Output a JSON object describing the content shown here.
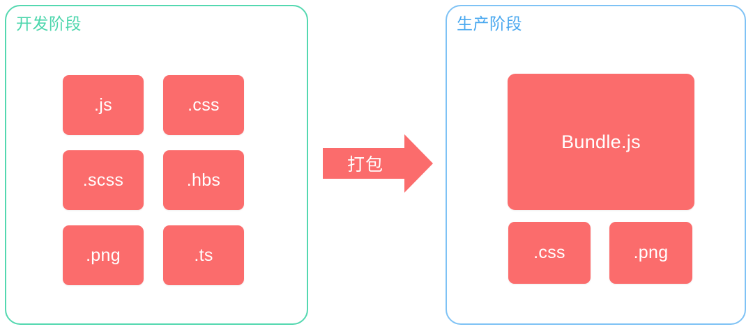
{
  "diagram": {
    "title_dev": "开发阶段",
    "title_prod": "生产阶段",
    "colors": {
      "dev_border": "#54d8b0",
      "prod_border": "#7ec2f5",
      "dev_label": "#4cd6ac",
      "prod_label": "#4aa8ef",
      "tile_fill": "#fb6c6c",
      "tile_text": "#ffffff",
      "background": "#ffffff"
    }
  },
  "dev_stage": {
    "label": "开发阶段",
    "tiles": [
      {
        "label": ".js"
      },
      {
        "label": ".css"
      },
      {
        "label": ".scss"
      },
      {
        "label": ".hbs"
      },
      {
        "label": ".png"
      },
      {
        "label": ".ts"
      }
    ]
  },
  "arrow": {
    "label": "打包",
    "direction": "right",
    "color": "#fb6c6c"
  },
  "prod_stage": {
    "label": "生产阶段",
    "bundle": {
      "label": "Bundle.js"
    },
    "tiles": [
      {
        "label": ".css"
      },
      {
        "label": ".png"
      }
    ]
  }
}
